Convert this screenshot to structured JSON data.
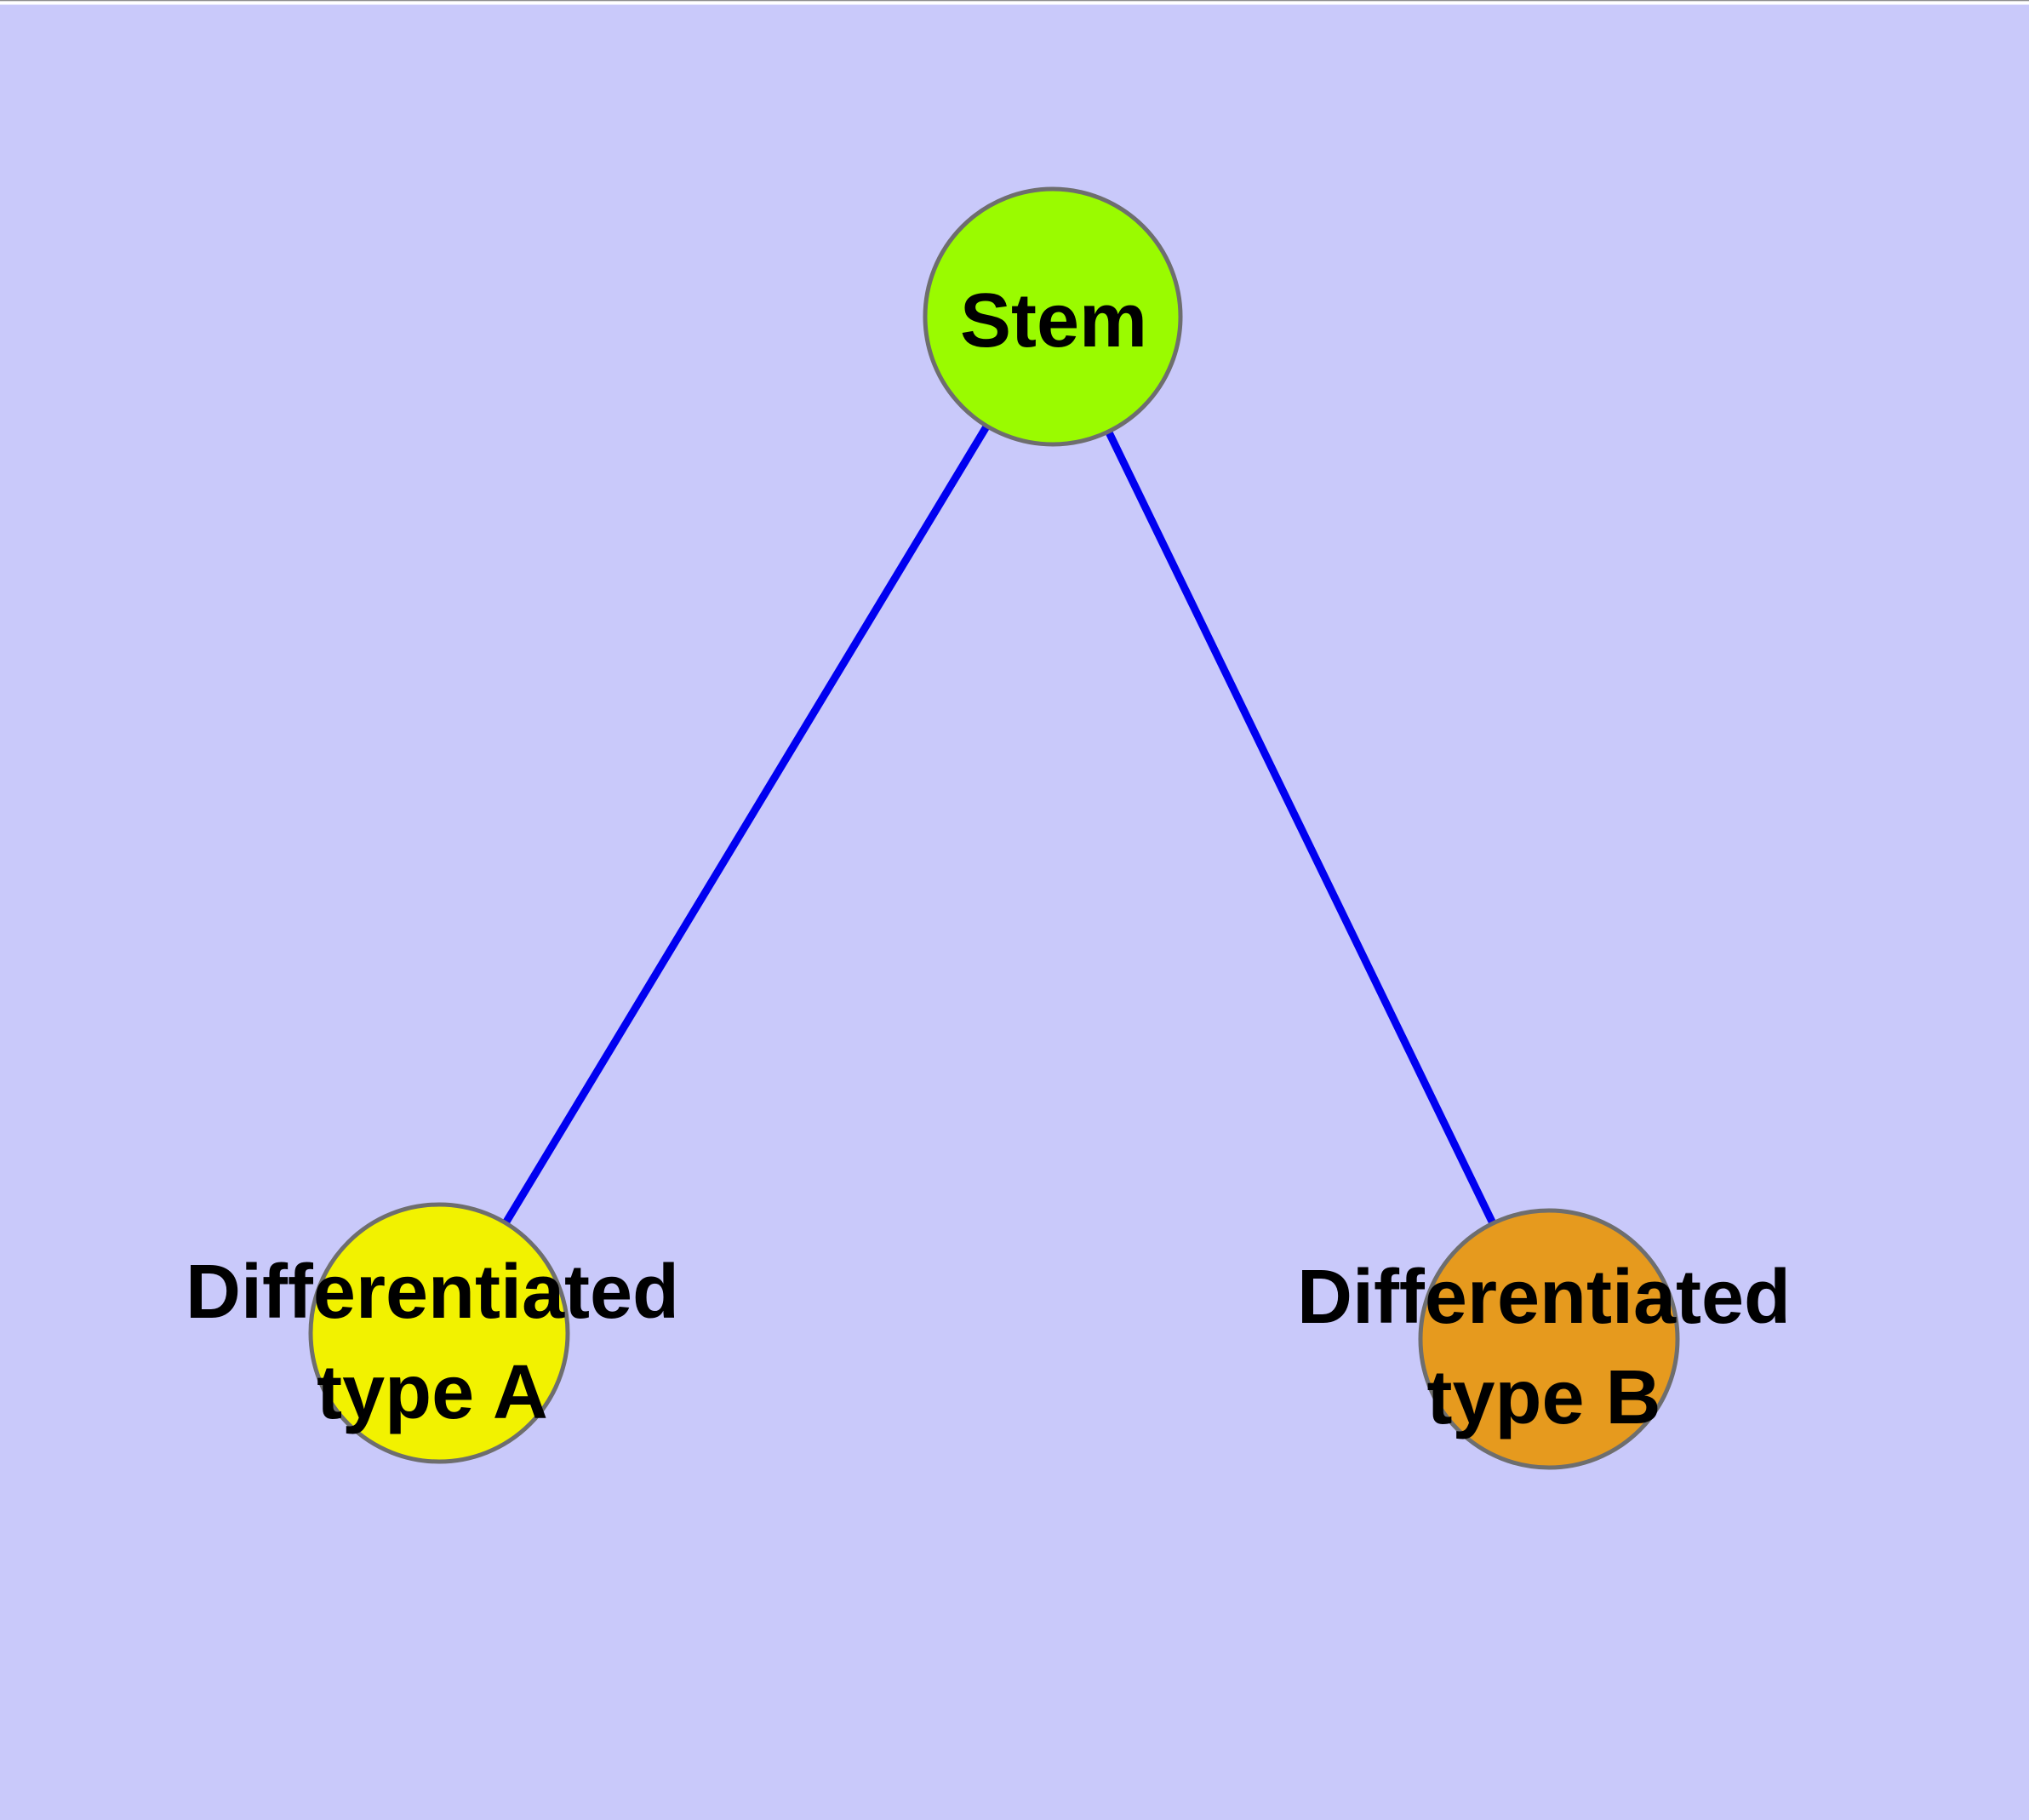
{
  "diagram": {
    "background_color": "#c9c9fa",
    "edge_color": "#0000f0",
    "node_border_color": "#6e6e6e",
    "label_text_color": "#000000",
    "nodes": [
      {
        "id": "stem",
        "label": "Stem",
        "fill_color": "#9afb00"
      },
      {
        "id": "differentiated-type-a",
        "label_line1": "Differentiated",
        "label_line2": "type A",
        "fill_color": "#f2f200"
      },
      {
        "id": "differentiated-type-b",
        "label_line1": "Differentiated",
        "label_line2": "type B",
        "fill_color": "#e69a1e"
      }
    ],
    "edges": [
      {
        "from": "stem",
        "to": "differentiated-type-a"
      },
      {
        "from": "stem",
        "to": "differentiated-type-b"
      }
    ]
  }
}
